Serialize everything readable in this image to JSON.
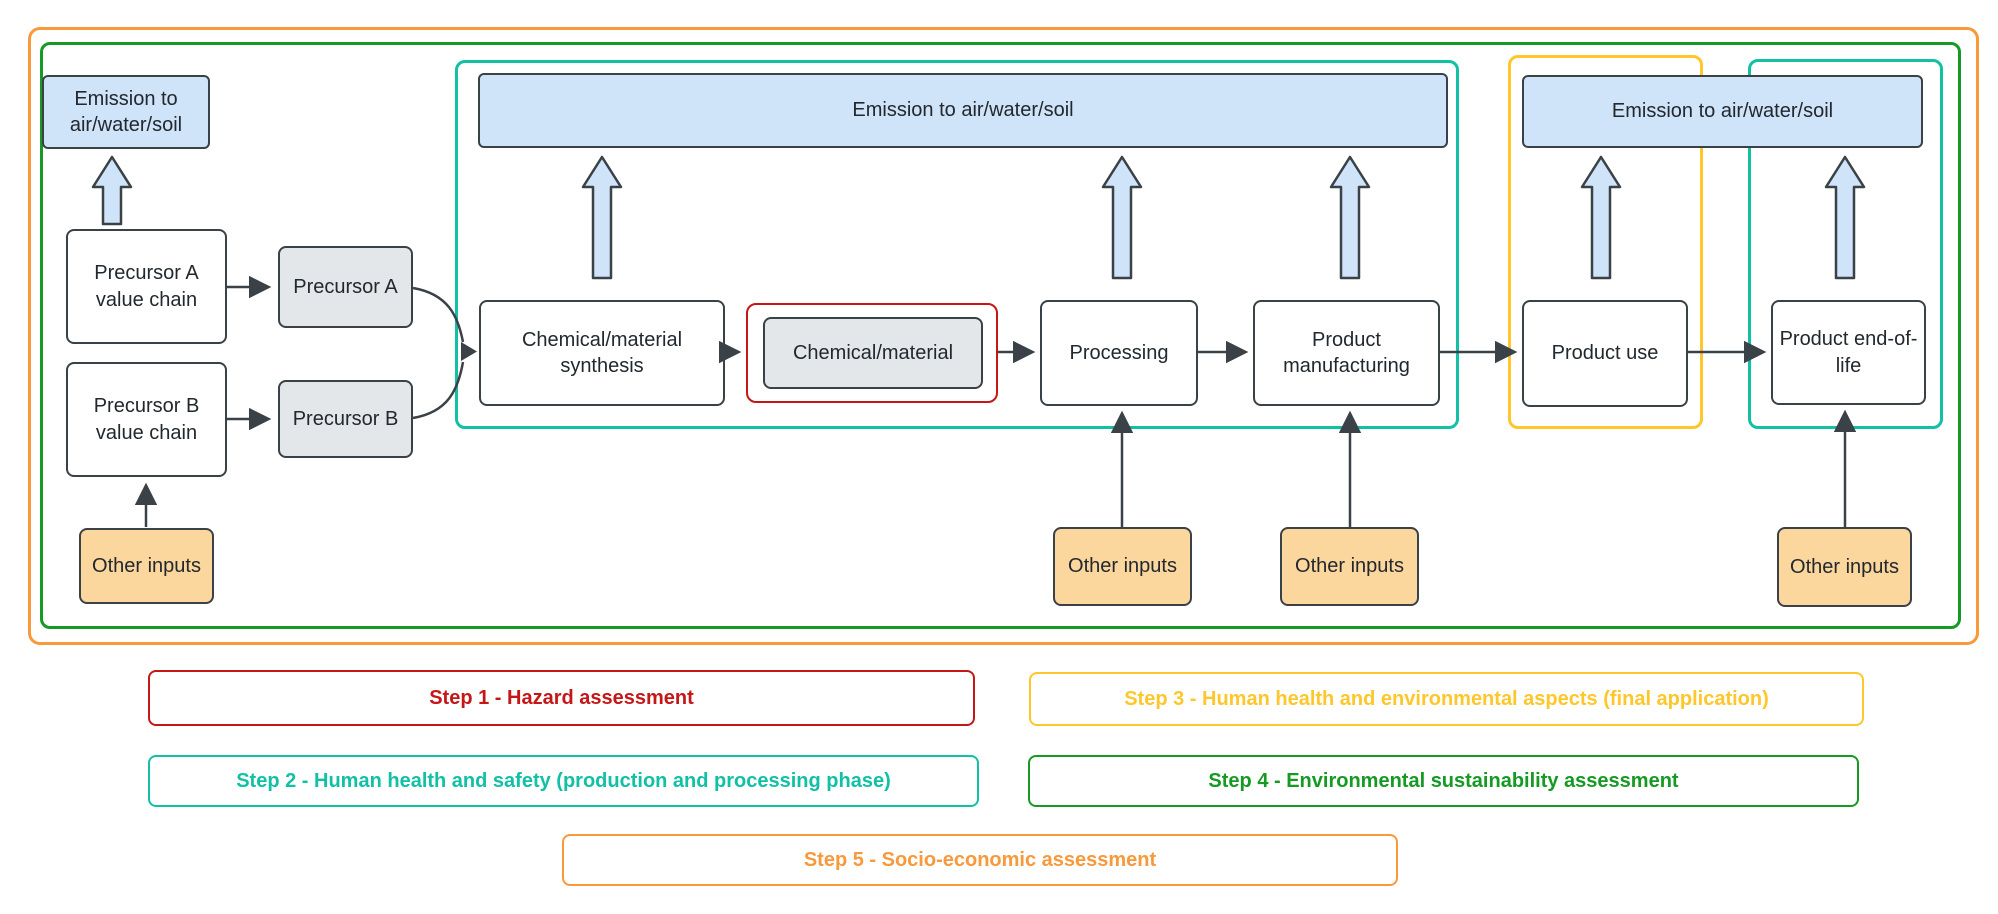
{
  "diagram": {
    "emissions": {
      "left": "Emission to air/water/soil",
      "middle": "Emission to air/water/soil",
      "right": "Emission to air/water/soil"
    },
    "nodes": {
      "precursor_a_chain": "Precursor A value chain",
      "precursor_b_chain": "Precursor B value chain",
      "precursor_a": "Precursor A",
      "precursor_b": "Precursor B",
      "synthesis": "Chemical/material synthesis",
      "chemical_material": "Chemical/material",
      "processing": "Processing",
      "product_manufacturing": "Product manufacturing",
      "product_use": "Product use",
      "product_end_of_life": "Product end-of-life",
      "other_inputs_precursor": "Other inputs",
      "other_inputs_processing": "Other inputs",
      "other_inputs_manufacturing": "Other inputs",
      "other_inputs_end_of_life": "Other inputs"
    }
  },
  "legend": {
    "step1": "Step 1 - Hazard assessment",
    "step2": "Step 2 - Human health and safety (production and processing phase)",
    "step3": "Step 3 - Human health and environmental aspects (final application)",
    "step4": "Step 4 - Environmental sustainability assessment",
    "step5": "Step 5 - Socio-economic assessment"
  },
  "colors": {
    "red": "#c51718",
    "teal": "#11c0a5",
    "yellow": "#ffc72b",
    "green": "#169a24",
    "orange": "#f8993b",
    "blue": "#cfe3f9",
    "gray": "#e4e7ea",
    "tan": "#fbd69d",
    "line": "#3a4147",
    "ink": "#22282e"
  }
}
